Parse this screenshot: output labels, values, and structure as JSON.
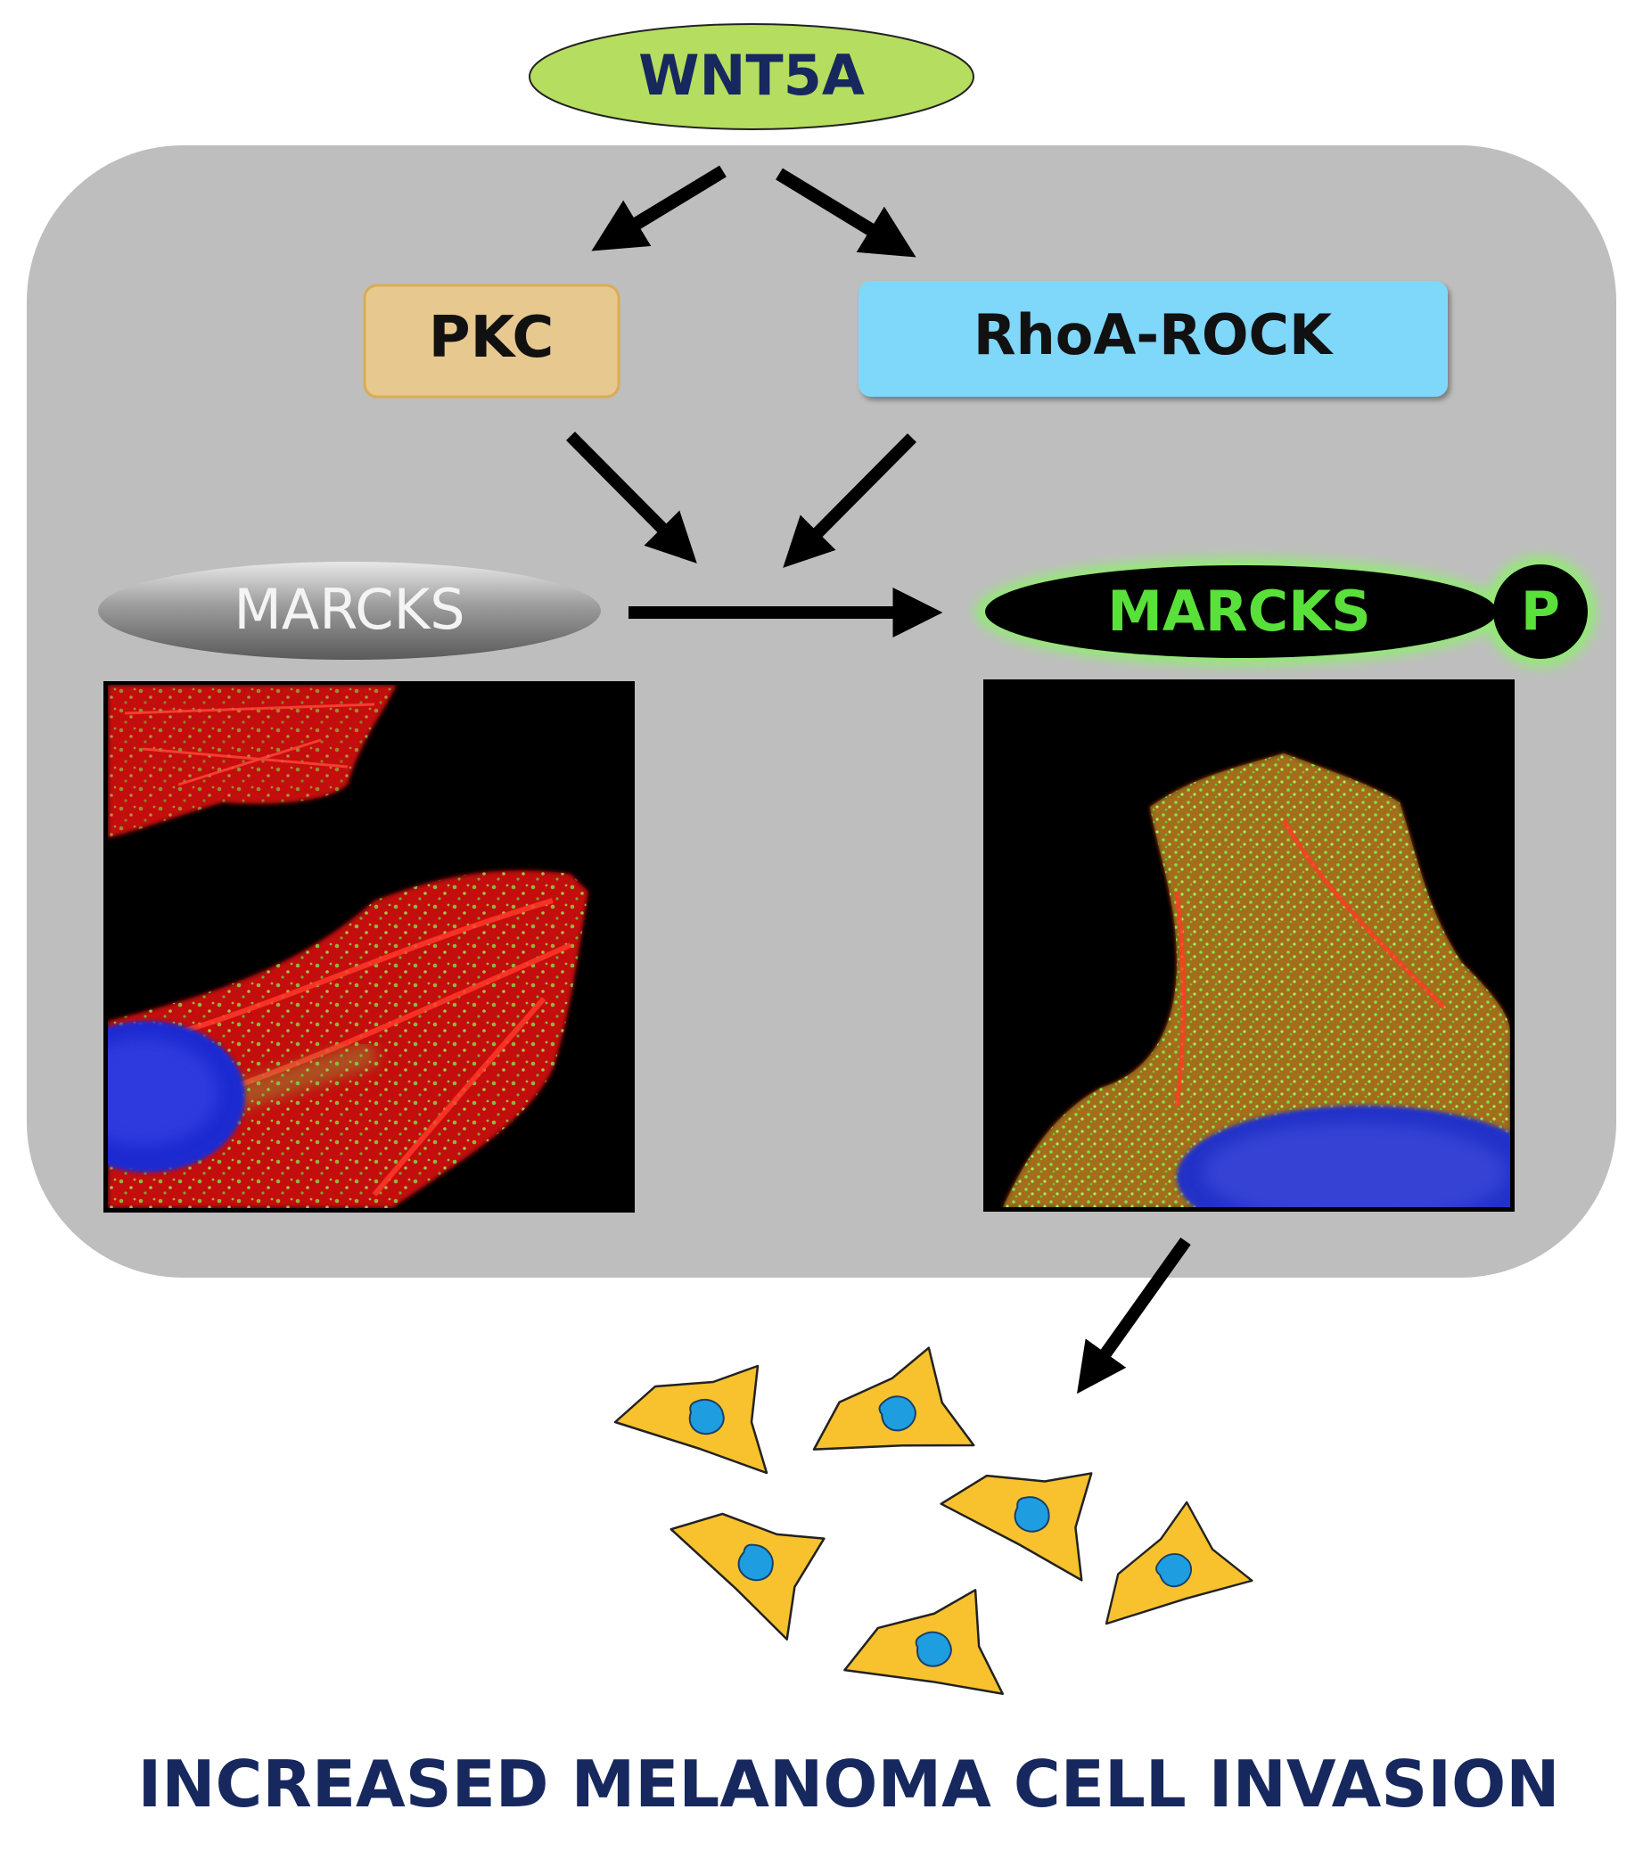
{
  "ligand": {
    "label": "WNT5A"
  },
  "nodes": {
    "pkc": {
      "label": "PKC"
    },
    "rhoa": {
      "label": "RhoA-ROCK"
    },
    "marcks_unphos": {
      "label": "MARCKS"
    },
    "marcks_phos": {
      "label": "MARCKS"
    },
    "phospho": {
      "label": "P"
    }
  },
  "outcome": {
    "label": "INCREASED MELANOMA CELL INVASION"
  },
  "colors": {
    "ligand_fill": "#b5dd5f",
    "ligand_text": "#16285e",
    "pkc_fill": "#e7c88e",
    "rhoa_fill": "#7fd7f9",
    "panel_bg": "#bebebe",
    "marcks_phos_text": "#59e03a",
    "glow": "#8cf06a",
    "cell_fill": "#f7c22e",
    "nucleus_fill": "#1e9ee0",
    "outcome_text": "#16285e"
  }
}
